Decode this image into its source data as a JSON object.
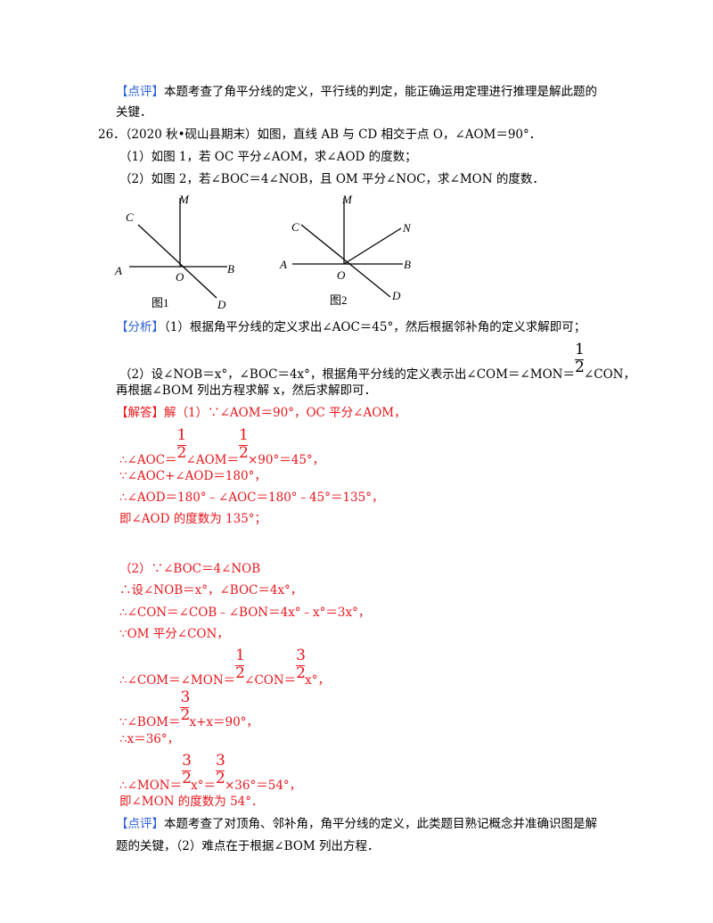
{
  "p1_a": "【点评】",
  "p1_b": "本题考查了角平分线的定义，平行线的判定，能正确运用定理进行推理是解此题的",
  "p1_c": "关键．",
  "q26": "26．（2020 秋•砚山县期末）如图，直线 AB 与 CD 相交于点 O，∠AOM＝90°．",
  "q26_1": "（1）如图 1，若 OC 平分∠AOM，求∠AOD 的度数；",
  "q26_2": "（2）如图 2，若∠BOC＝4∠NOB，且 OM 平分∠NOC，求∠MON 的度数．",
  "fig1": {
    "caption": "图1",
    "M": "M",
    "C": "C",
    "A": "A",
    "O": "O",
    "B": "B",
    "D": "D"
  },
  "fig2": {
    "caption": "图2",
    "M": "M",
    "C": "C",
    "N": "N",
    "A": "A",
    "O": "O",
    "B": "B",
    "D": "D"
  },
  "fx_a": "【分析】",
  "fx_b": "（1）根据角平分线的定义求出∠AOC＝45°，然后根据邻补角的定义求解即可；",
  "fx2": "（2）设∠NOB＝x°，∠BOC＝4x°，根据角平分线的定义表示出∠COM＝∠MON＝",
  "fx2_end": "∠CON，",
  "fx3": "再根据∠BOM 列出方程求解 x，然后求解即可．",
  "jd_a": "【解答】",
  "jd_b": "解（1）∵∠AOM＝90°，OC 平分∠AOM，",
  "s1_a": "∴∠AOC＝",
  "s1_b": "∠AOM＝",
  "s1_c": "×90°＝45°，",
  "s2": "∵∠AOC+∠AOD＝180°，",
  "s3": "∴∠AOD＝180°﹣∠AOC＝180°﹣45°＝135°，",
  "s4": "即∠AOD 的度数为 135°；",
  "t1": "（2）∵∠BOC＝4∠NOB",
  "t2": "∴设∠NOB＝x°，∠BOC＝4x°，",
  "t3": "∴∠CON＝∠COB﹣∠BON＝4x°﹣x°＝3x°，",
  "t4": "∵OM 平分∠CON，",
  "t5_a": "∴∠COM＝∠MON＝",
  "t5_b": "∠CON＝",
  "t5_c": "x°，",
  "t6_a": "∵∠BOM＝",
  "t6_b": "x+x＝90°，",
  "t7": "∴x＝36°，",
  "t8_a": "∴∠MON＝",
  "t8_b": "x°＝",
  "t8_c": "×36°＝54°，",
  "t9": "即∠MON 的度数为 54°．",
  "dp_a": "【点评】",
  "dp_b": "本题考查了对顶角、邻补角，角平分线的定义，此类题目熟记概念并准确识图是解",
  "dp_c": "题的关键，（2）难点在于根据∠BOM 列出方程．",
  "frac_half_num": "1",
  "frac_half_den": "2",
  "frac_32_num": "3",
  "frac_32_den": "2"
}
